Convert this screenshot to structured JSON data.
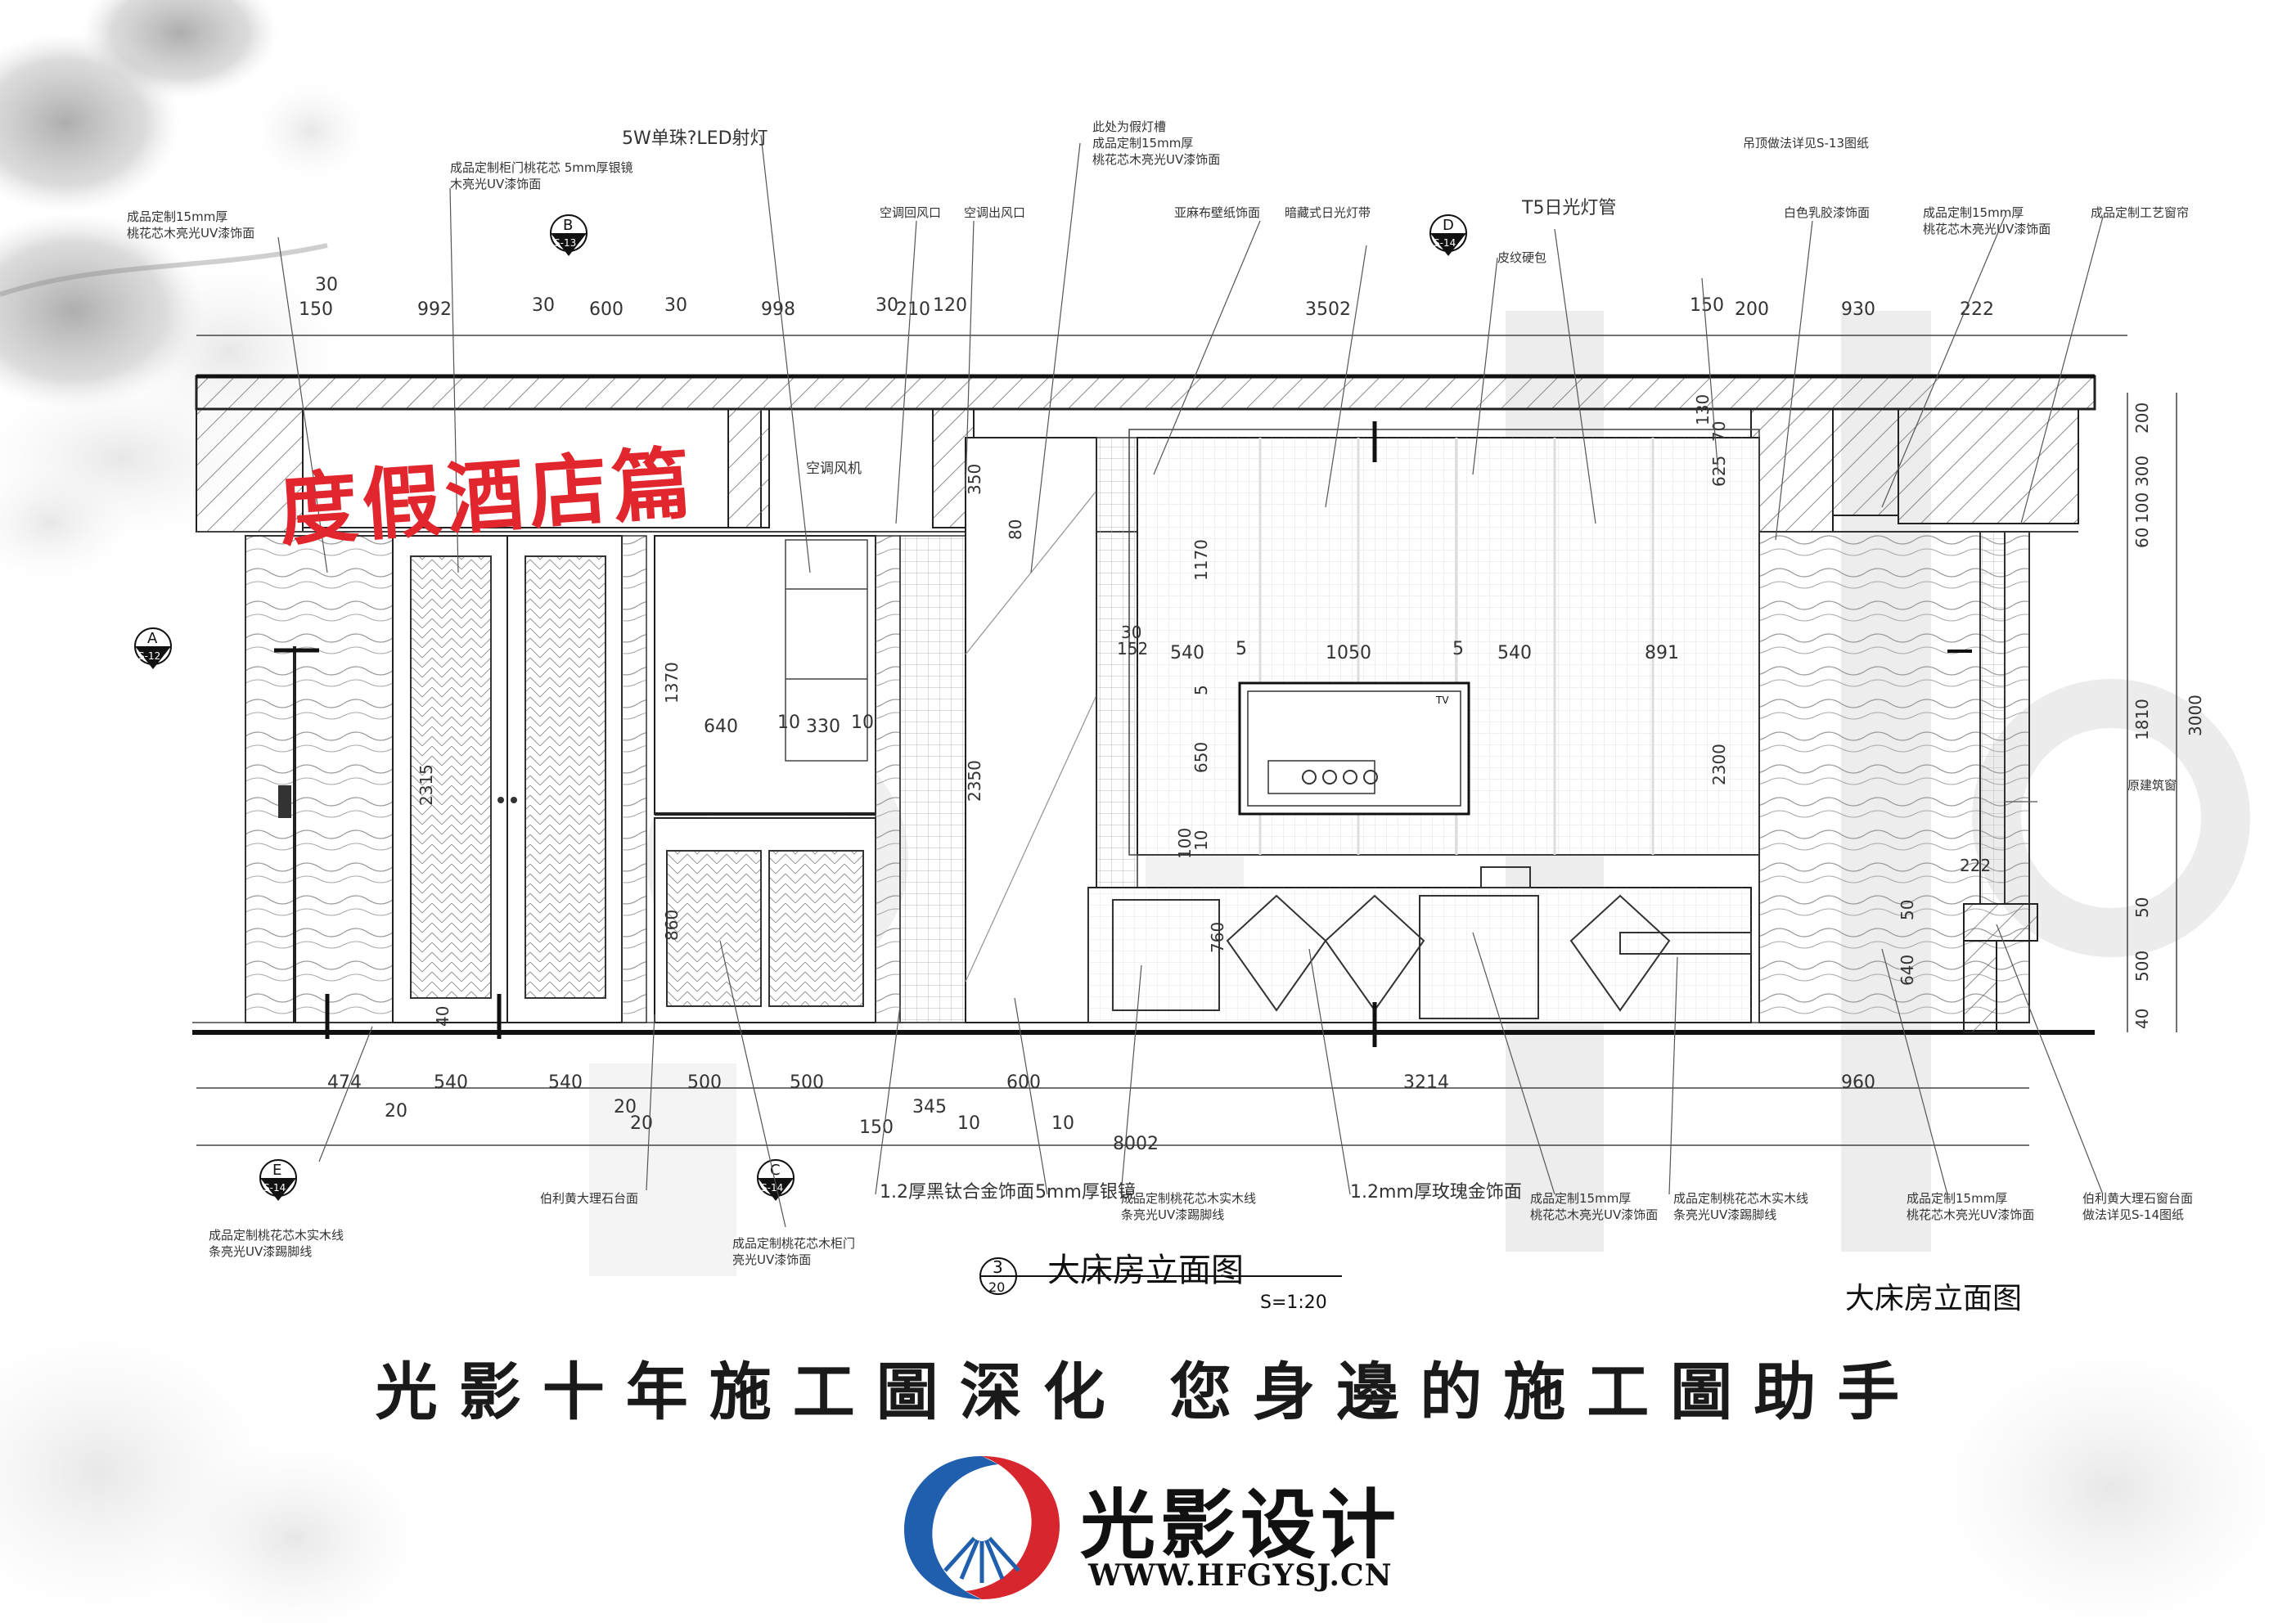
{
  "drawing": {
    "title": "大床房立面图",
    "scale": "S=1:20",
    "figure_number": "3",
    "sheet_number": "20",
    "right_title": "大床房立面图",
    "overlay_title": "度假酒店篇"
  },
  "section_marks": [
    {
      "letter": "B",
      "sheet": "S-13"
    },
    {
      "letter": "D",
      "sheet": "S-14"
    },
    {
      "letter": "A",
      "sheet": "S-12"
    },
    {
      "letter": "E",
      "sheet": "S-14"
    },
    {
      "letter": "C",
      "sheet": "S-14"
    }
  ],
  "top_callouts": [
    "成品定制15mm厚\n桃花芯木亮光UV漆饰面",
    "成品定制柜门桃花芯 5mm厚银镜\n木亮光UV漆饰面",
    "5W单珠?LED射灯",
    "空调回风口",
    "空调出风口",
    "此处为假灯槽\n成品定制15mm厚\n桃花芯木亮光UV漆饰面",
    "亚麻布壁纸饰面",
    "暗藏式日光灯带",
    "T5日光灯管",
    "皮纹硬包",
    "吊顶做法详见S-13图纸",
    "白色乳胶漆饰面",
    "成品定制15mm厚\n桃花芯木亮光UV漆饰面",
    "成品定制工艺窗帘"
  ],
  "bottom_callouts": [
    "成品定制桃花芯木实木线\n条亮光UV漆踢脚线",
    "伯利黄大理石台面",
    "成品定制桃花芯木柜门\n亮光UV漆饰面",
    "1.2厚黑钛合金饰面",
    "5mm厚银镜",
    "成品定制桃花芯木实木线\n条亮光UV漆踢脚线",
    "1.2mm厚玫瑰金饰面",
    "成品定制15mm厚\n桃花芯木亮光UV漆饰面",
    "成品定制桃花芯木实木线\n条亮光UV漆踢脚线",
    "成品定制15mm厚\n桃花芯木亮光UV漆饰面",
    "伯利黄大理石窗台面\n做法详见S-14图纸"
  ],
  "side_callouts": [
    "原建筑窗"
  ],
  "equipment_labels": [
    "空调风机",
    "TV"
  ],
  "dimensions": {
    "top_row": [
      "30",
      "150",
      "992",
      "30",
      "600",
      "30",
      "998",
      "30",
      "210",
      "120",
      "3502",
      "150",
      "200",
      "930",
      "222"
    ],
    "bottom_row": [
      "474",
      "540",
      "540",
      "500",
      "500",
      "600",
      "3214",
      "960"
    ],
    "bottom_small": [
      "20",
      "20",
      "20",
      "150",
      "345",
      "10",
      "10"
    ],
    "total": "8002",
    "tv_wall": [
      "540",
      "5",
      "1050",
      "5",
      "540",
      "891"
    ],
    "cabinet": [
      "640",
      "10",
      "330",
      "10"
    ],
    "right_vertical": [
      "200",
      "300",
      "100",
      "60",
      "1810",
      "3000",
      "50",
      "500",
      "40"
    ],
    "verticals": [
      "2315",
      "1370",
      "2350",
      "1170",
      "650",
      "2300",
      "625",
      "350",
      "80",
      "152",
      "30",
      "5",
      "10",
      "100",
      "130",
      "70",
      "50",
      "222",
      "640",
      "860",
      "40",
      "760"
    ]
  },
  "slogan": "光影十年施工圖深化 您身邊的施工圖助手",
  "brand": {
    "name": "光影设计",
    "url": "WWW.HFGYSJ.CN",
    "colors": {
      "blue": "#1f5fae",
      "red": "#d8262e"
    }
  }
}
